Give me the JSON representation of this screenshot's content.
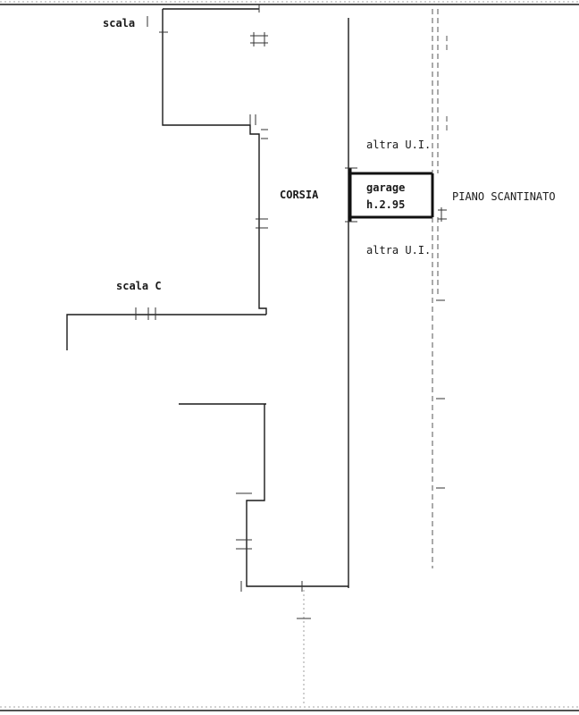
{
  "labels": {
    "scala_top": "scala",
    "scala_c": "scala C",
    "corsia": "CORSIA",
    "altra_ui_top": "altra U.I.",
    "garage": "garage",
    "garage_height": "h.2.95",
    "altra_ui_bottom": "altra U.I.",
    "piano": "PIANO SCANTINATO"
  }
}
